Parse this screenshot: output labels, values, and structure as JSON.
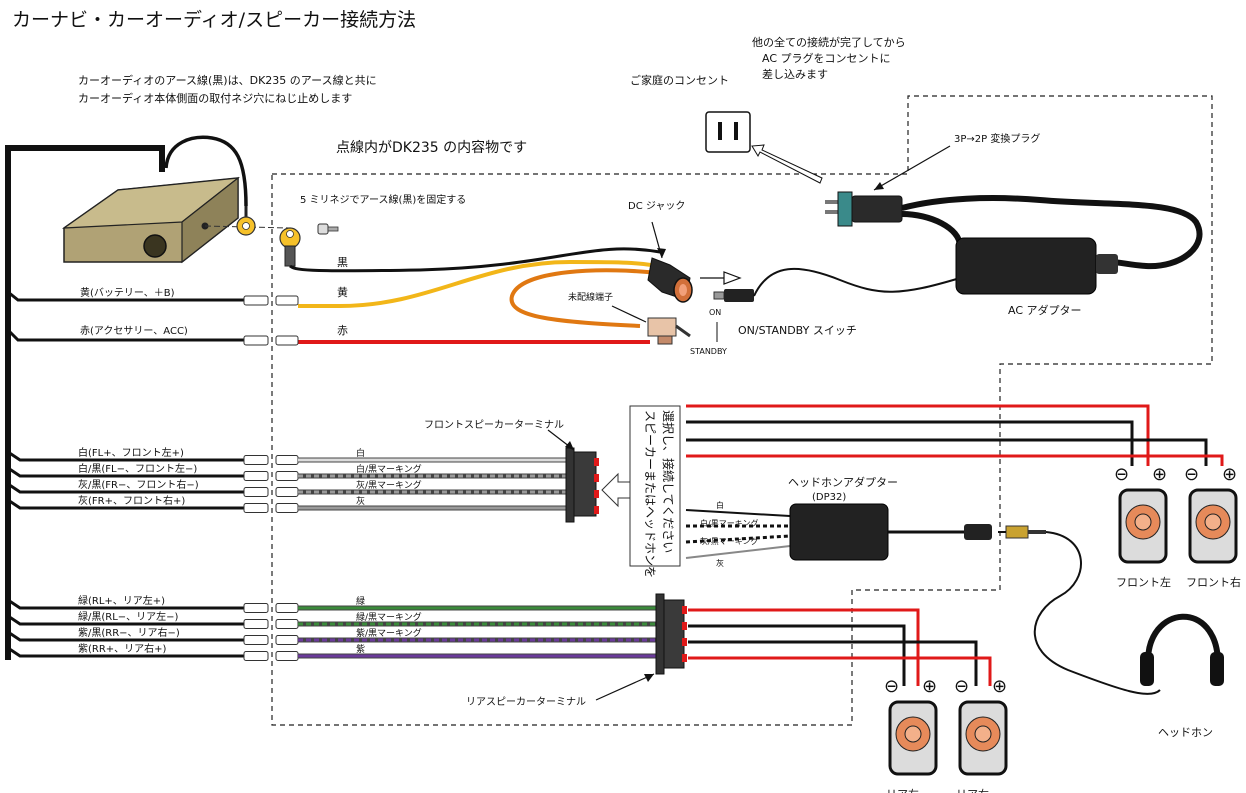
{
  "title": "カーナビ・カーオーディオ/スピーカー接続方法",
  "notes": {
    "ground_line1": "カーオーディオのアース線(黒)は、DK235 のアース線と共に",
    "ground_line2": "カーオーディオ本体側面の取付ネジ穴にねじ止めします",
    "screw": "5 ミリネジでアース線(黒)を固定する",
    "contents": "点線内がDK235 の内容物です",
    "outlet": "ご家庭のコンセント",
    "ac_line1": "他の全ての接続が完了してから",
    "ac_line2": "AC プラグをコンセントに",
    "ac_line3": "差し込みます",
    "plug_adapter": "3P→2P 変換プラグ",
    "dc_jack": "DC ジャック",
    "unused_terminal": "未配線端子",
    "on": "ON",
    "standby": "STANDBY",
    "switch": "ON/STANDBY スイッチ",
    "ac_adapter": "AC アダプター",
    "front_terminal": "フロントスピーカーターミナル",
    "rear_terminal": "リアスピーカーターミナル",
    "choose_line1": "スピーカーまたはヘッドホンを",
    "choose_line2": "選択し、接続してください",
    "hp_adapter": "ヘッドホンアダプター",
    "hp_model": "(DP32)",
    "headphone": "ヘッドホン"
  },
  "power_wires": [
    {
      "left": "黄(バッテリー、＋B)",
      "right": "黄",
      "color": "#f2b619"
    },
    {
      "left": "赤(アクセサリー、ACC)",
      "right": "赤",
      "color": "#e01919"
    }
  ],
  "ground_wire_label": "黒",
  "front_wires": [
    {
      "left": "白(FL+、フロント左+)",
      "right": "白"
    },
    {
      "left": "白/黒(FL−、フロント左−)",
      "right": "白/黒マーキング"
    },
    {
      "left": "灰/黒(FR−、フロント右−)",
      "right": "灰/黒マーキング"
    },
    {
      "left": "灰(FR+、フロント右+)",
      "right": "灰"
    }
  ],
  "rear_wires": [
    {
      "left": "緑(RL+、リア左+)",
      "right": "緑",
      "color": "#3b8a3b"
    },
    {
      "left": "緑/黒(RL−、リア左−)",
      "right": "緑/黒マーキング",
      "color": "#3b8a3b"
    },
    {
      "left": "紫/黒(RR−、リア右−)",
      "right": "紫/黒マーキング",
      "color": "#6a3a9a"
    },
    {
      "left": "紫(RR+、リア右+)",
      "right": "紫",
      "color": "#6a3a9a"
    }
  ],
  "hp_wires": [
    "白",
    "白/黒マーキング",
    "灰/黒マーキング",
    "灰"
  ],
  "speakers": {
    "front_left": "フロント左",
    "front_right": "フロント右",
    "rear_left": "リア左",
    "rear_right": "リア右",
    "minus": "⊖",
    "plus": "⊕"
  }
}
